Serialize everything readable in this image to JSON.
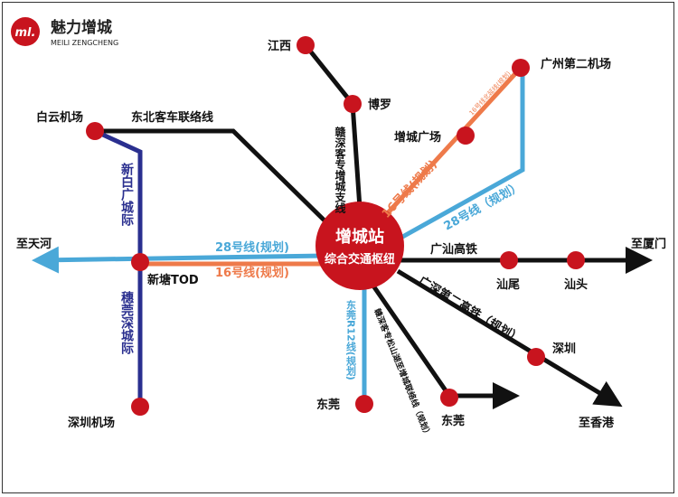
{
  "logo": {
    "mark": "ml.",
    "cn": "魅力增城",
    "en": "MEILI ZENGCHENG"
  },
  "hub": {
    "name": "增城站",
    "subtitle": "综合交通枢纽"
  },
  "stations": {
    "jiangxi": "江西",
    "boluo": "博罗",
    "airport2": "广州第二机场",
    "zc_square": "增城广场",
    "baiyun": "白云机场",
    "xintang": "新塘TOD",
    "sz_airport": "深圳机场",
    "shanwei": "汕尾",
    "shantou": "汕头",
    "shenzhen": "深圳",
    "dongguan1": "东莞",
    "dongguan2": "东莞"
  },
  "destinations": {
    "tianhe": "至天河",
    "xiamen": "至厦门",
    "hongkong": "至香港"
  },
  "lines": {
    "ganshen_zc": "赣深客专增城支线",
    "ne_link": "东北客车联络线",
    "xinbaiguang": "新白广城际",
    "suiguanshen": "穗莞深城际",
    "l28_left": "28号线(规划)",
    "l16_left": "16号线(规划)",
    "l16_ne": "16号线(规划)",
    "l16_ext": "16号线北延线(规划)",
    "l28_ne": "28号线（规划）",
    "guangshan": "广汕高铁",
    "gs2": "广深第二高铁（规划）",
    "dg_r12": "东莞R12线(规划)",
    "ssh_link": "赣深客专松山湖至增城联络线（规划）"
  },
  "colors": {
    "red": "#c8141e",
    "black": "#111111",
    "blue": "#4aa8d8",
    "orange": "#ee7a4a",
    "navy": "#2a2f8f"
  }
}
